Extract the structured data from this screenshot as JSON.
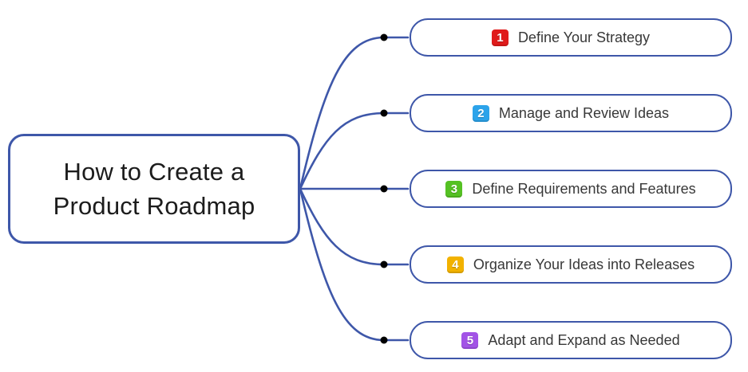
{
  "title": {
    "line1": "How to Create a",
    "line2": "Product Roadmap"
  },
  "colors": {
    "connector": "#3E57A9",
    "dot": "#000000",
    "title_text": "#1C1C1C",
    "branch_text": "#383838"
  },
  "branches": [
    {
      "number": "1",
      "icon": "numbered-badge-1-icon",
      "icon_color": "#E01B1B",
      "label": "Define Your Strategy"
    },
    {
      "number": "2",
      "icon": "numbered-badge-2-icon",
      "icon_color": "#2CA3EA",
      "label": "Manage and Review Ideas"
    },
    {
      "number": "3",
      "icon": "numbered-badge-3-icon",
      "icon_color": "#55C123",
      "label": "Define Requirements and Features"
    },
    {
      "number": "4",
      "icon": "numbered-badge-4-icon",
      "icon_color": "#F2B200",
      "label": "Organize Your Ideas into Releases"
    },
    {
      "number": "5",
      "icon": "numbered-badge-5-icon",
      "icon_color": "#A253E6",
      "label": "Adapt and Expand as Needed"
    }
  ]
}
